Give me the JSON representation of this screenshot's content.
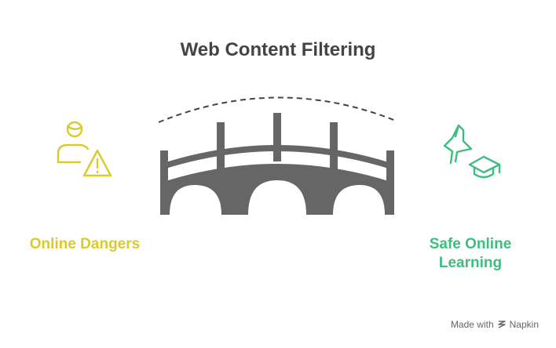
{
  "title": "Web Content Filtering",
  "left": {
    "label": "Online Dangers",
    "icon": "person-warning-icon",
    "color": "#D9CB2B"
  },
  "right": {
    "label_line1": "Safe Online",
    "label_line2": "Learning",
    "icon": "dog-graduation-cap-icon",
    "color": "#3DBE7F"
  },
  "center": {
    "icon": "bridge-icon",
    "color": "#666666"
  },
  "watermark": {
    "made_with": "Made with",
    "brand": "Napkin"
  }
}
